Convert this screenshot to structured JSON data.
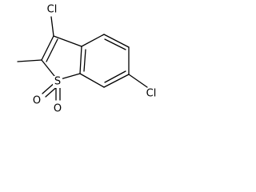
{
  "molecule": {
    "atoms": {
      "cl_top": "Cl",
      "cl_right": "Cl",
      "sulfur": "S",
      "oxygen_left": "O",
      "oxygen_bottom": "O"
    },
    "colors": {
      "bond": "#000000",
      "label": "#000000",
      "background": "#ffffff"
    }
  }
}
